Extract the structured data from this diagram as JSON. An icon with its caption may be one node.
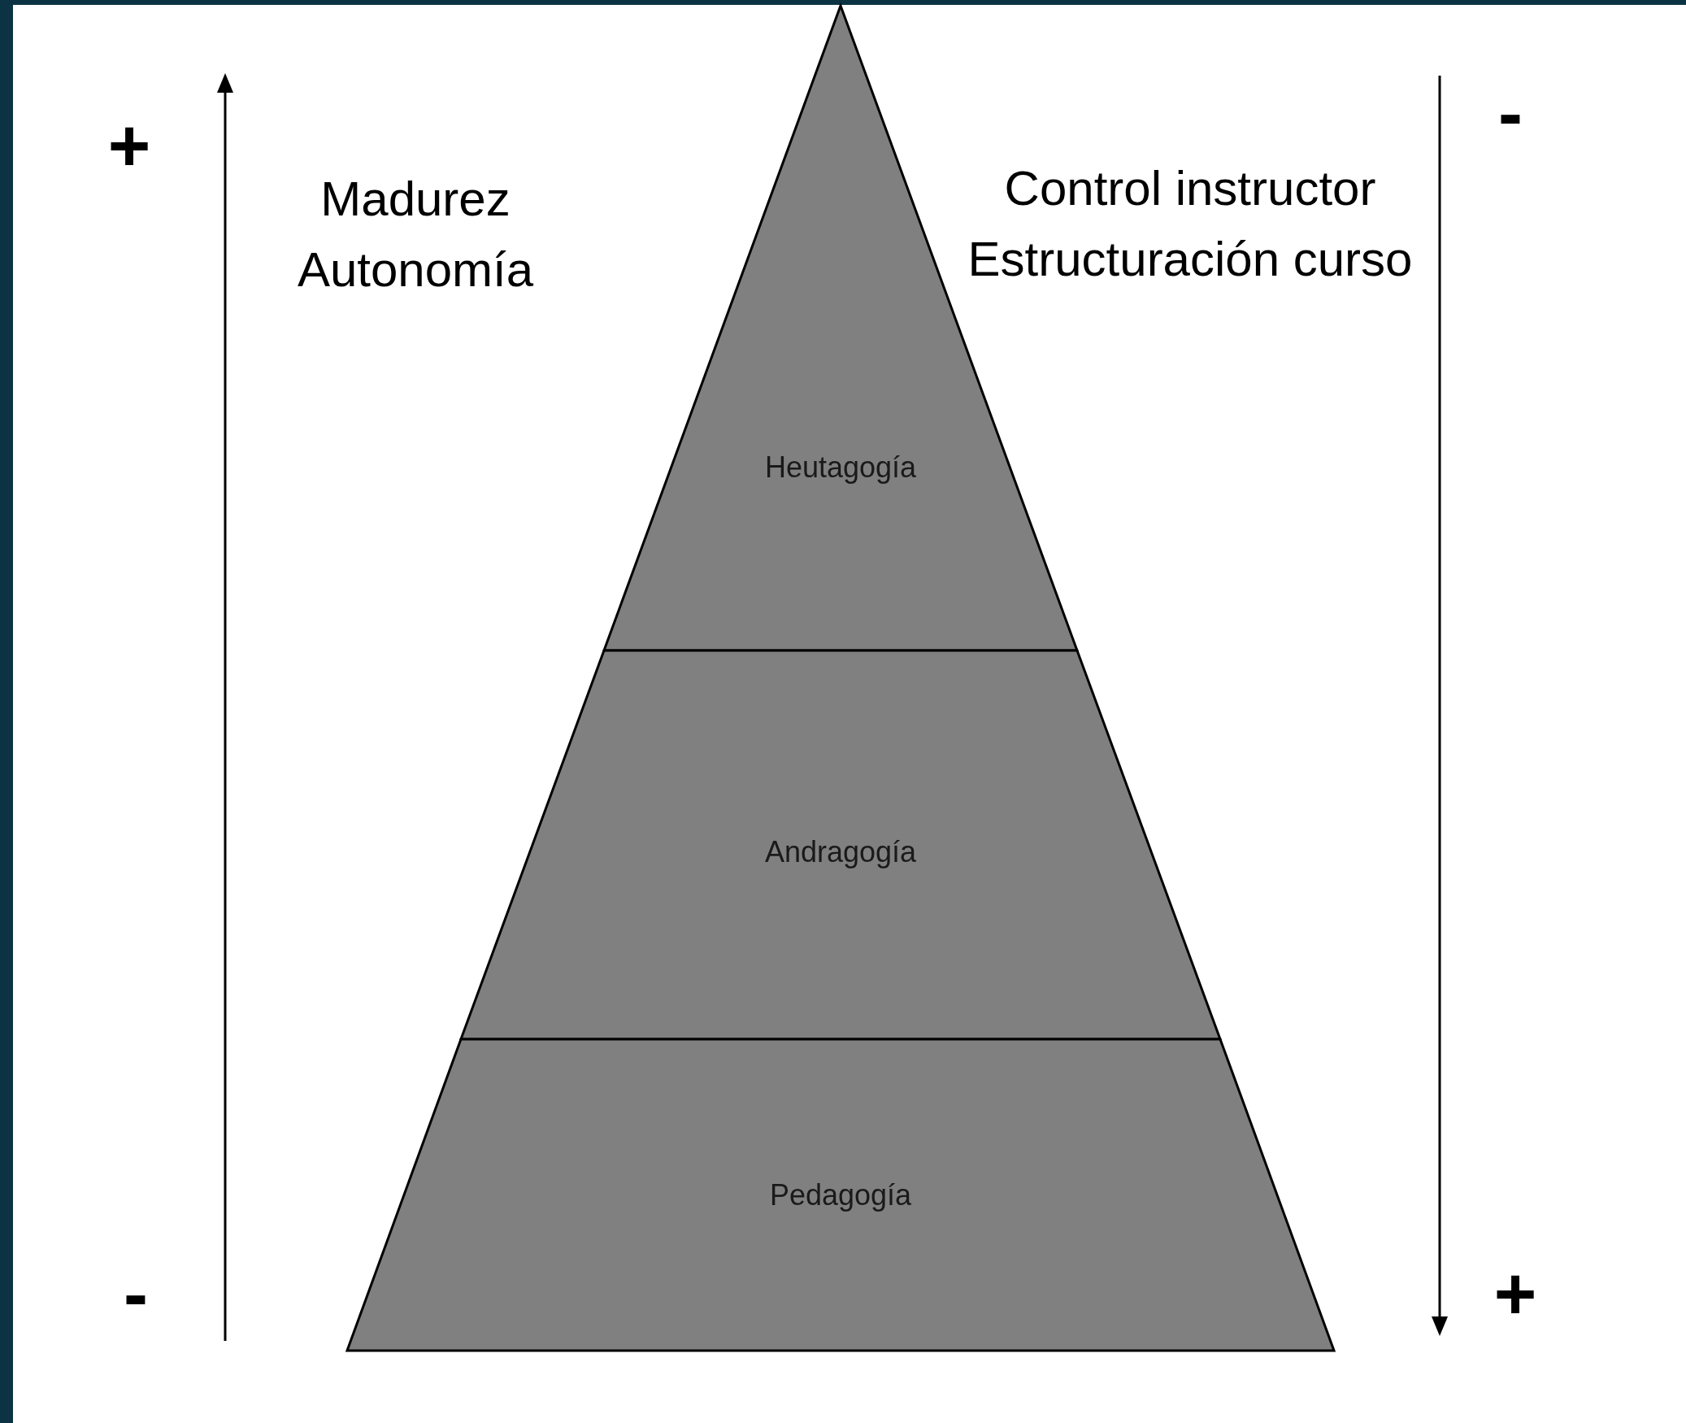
{
  "diagram": {
    "nodes": [
      {
        "text": [
          "Heutagogía"
        ]
      },
      {
        "text": [
          "Andragogía"
        ]
      },
      {
        "text": [
          "Pedagogía"
        ]
      }
    ],
    "labels": [
      "+",
      "Madurez Autonomía",
      "-",
      "-",
      "Control instructor Estructuración curso",
      "+"
    ]
  }
}
